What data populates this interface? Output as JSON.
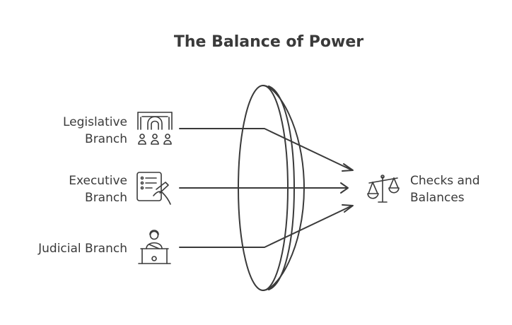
{
  "diagram": {
    "title": "The Balance of Power",
    "inputs": [
      {
        "line1": "Legislative",
        "line2": "Branch",
        "icon": "capitol-building-icon"
      },
      {
        "line1": "Executive",
        "line2": "Branch",
        "icon": "document-signing-icon"
      },
      {
        "line1": "Judicial Branch",
        "line2": "",
        "icon": "judge-podium-icon"
      }
    ],
    "output": {
      "line1": "Checks and",
      "line2": "Balances",
      "icon": "scales-icon"
    },
    "lens": "converging-lens"
  }
}
